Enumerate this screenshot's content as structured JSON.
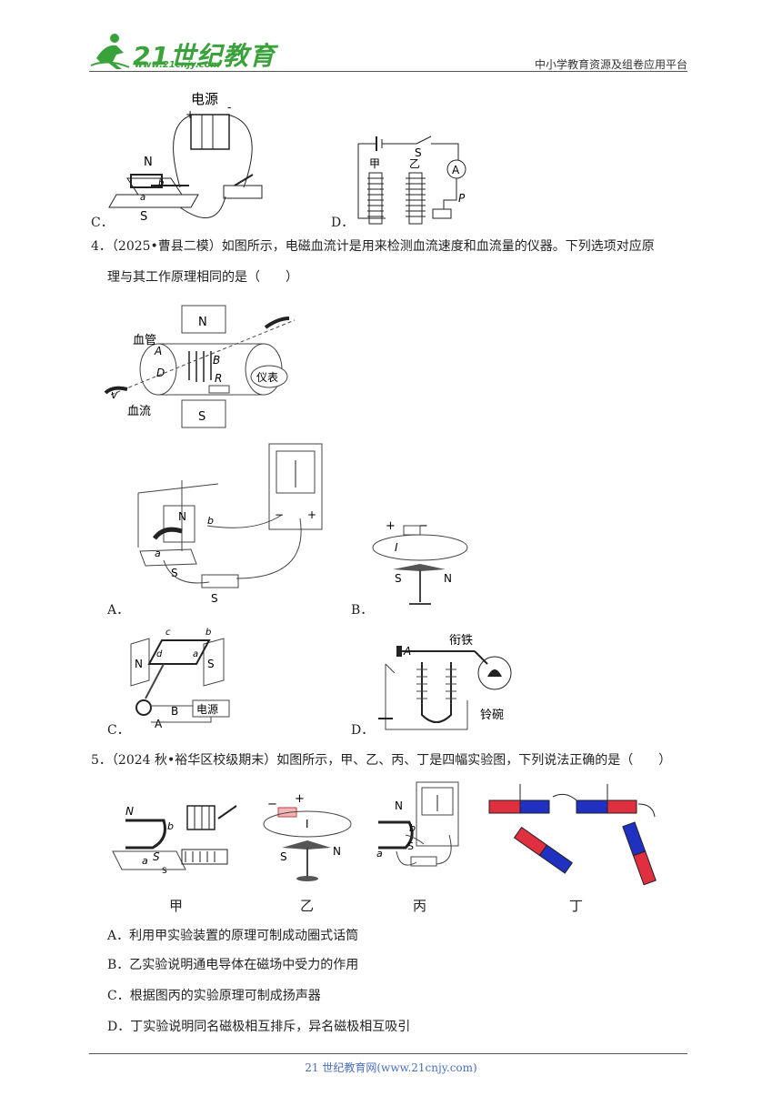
{
  "header": {
    "logo_text": "21世纪教育",
    "logo_url": "www.21cnjy.com",
    "platform": "中小学教育资源及组卷应用平台"
  },
  "top_figures": {
    "c_label": "C．",
    "c_power": "电源",
    "c_plus": "+",
    "c_minus": "-",
    "c_n": "N",
    "c_s": "S",
    "c_a": "a",
    "c_b": "b",
    "d_label": "D．",
    "d_s": "S",
    "d_jia": "甲",
    "d_yi": "乙",
    "d_a": "A",
    "d_p": "P"
  },
  "q4": {
    "line1": "4．（2025•曹县二模）如图所示，电磁血流计是用来检测血流速度和血流量的仪器。下列选项对应原",
    "line2": "理与其工作原理相同的是（　　）",
    "main_fig": {
      "n": "N",
      "s": "S",
      "vessel": "血管",
      "flow": "血流",
      "a": "A",
      "b": "B",
      "d": "D",
      "r": "R",
      "meter": "仪表",
      "v": "v"
    },
    "opt_a": {
      "label": "A．",
      "n": "N",
      "s": "S",
      "a": "a",
      "b": "b",
      "switch": "S",
      "minus": "−",
      "plus": "+"
    },
    "opt_b": {
      "label": "B．",
      "plus": "+",
      "minus": "−",
      "i": "I",
      "s": "S",
      "n": "N"
    },
    "opt_c": {
      "label": "C．",
      "n": "N",
      "s": "S",
      "a": "a",
      "b": "b",
      "c": "c",
      "d": "d",
      "pa": "A",
      "pb": "B",
      "power": "电源"
    },
    "opt_d": {
      "label": "D．",
      "a": "A",
      "armature": "衔铁",
      "bell": "铃碗"
    }
  },
  "q5": {
    "line1": "5．（2024 秋•裕华区校级期末）如图所示，甲、乙、丙、丁是四幅实验图，下列说法正确的是（　　）",
    "fig_labels": [
      "甲",
      "乙",
      "丙",
      "丁"
    ],
    "fig_jia": {
      "n": "N",
      "s": "S",
      "a": "a",
      "b": "b",
      "s2": "S"
    },
    "fig_yi": {
      "minus": "−",
      "plus": "+",
      "i": "I",
      "s": "S",
      "n": "N"
    },
    "fig_bing": {
      "n": "N",
      "s": "S",
      "a": "a",
      "b": "b"
    },
    "options": [
      "A．利用甲实验装置的原理可制成动圈式话筒",
      "B．乙实验说明通电导体在磁场中受力的作用",
      "C．根据图丙的实验原理可制成扬声器",
      "D．丁实验说明同名磁极相互排斥，异名磁极相互吸引"
    ]
  },
  "footer": {
    "text": "21 世纪教育网(www.21cnjy.com)"
  },
  "colors": {
    "logo_green": "#3aa23a",
    "footer_blue": "#4a6fbf",
    "magnet_red": "#e03040",
    "magnet_blue": "#2030c0"
  }
}
